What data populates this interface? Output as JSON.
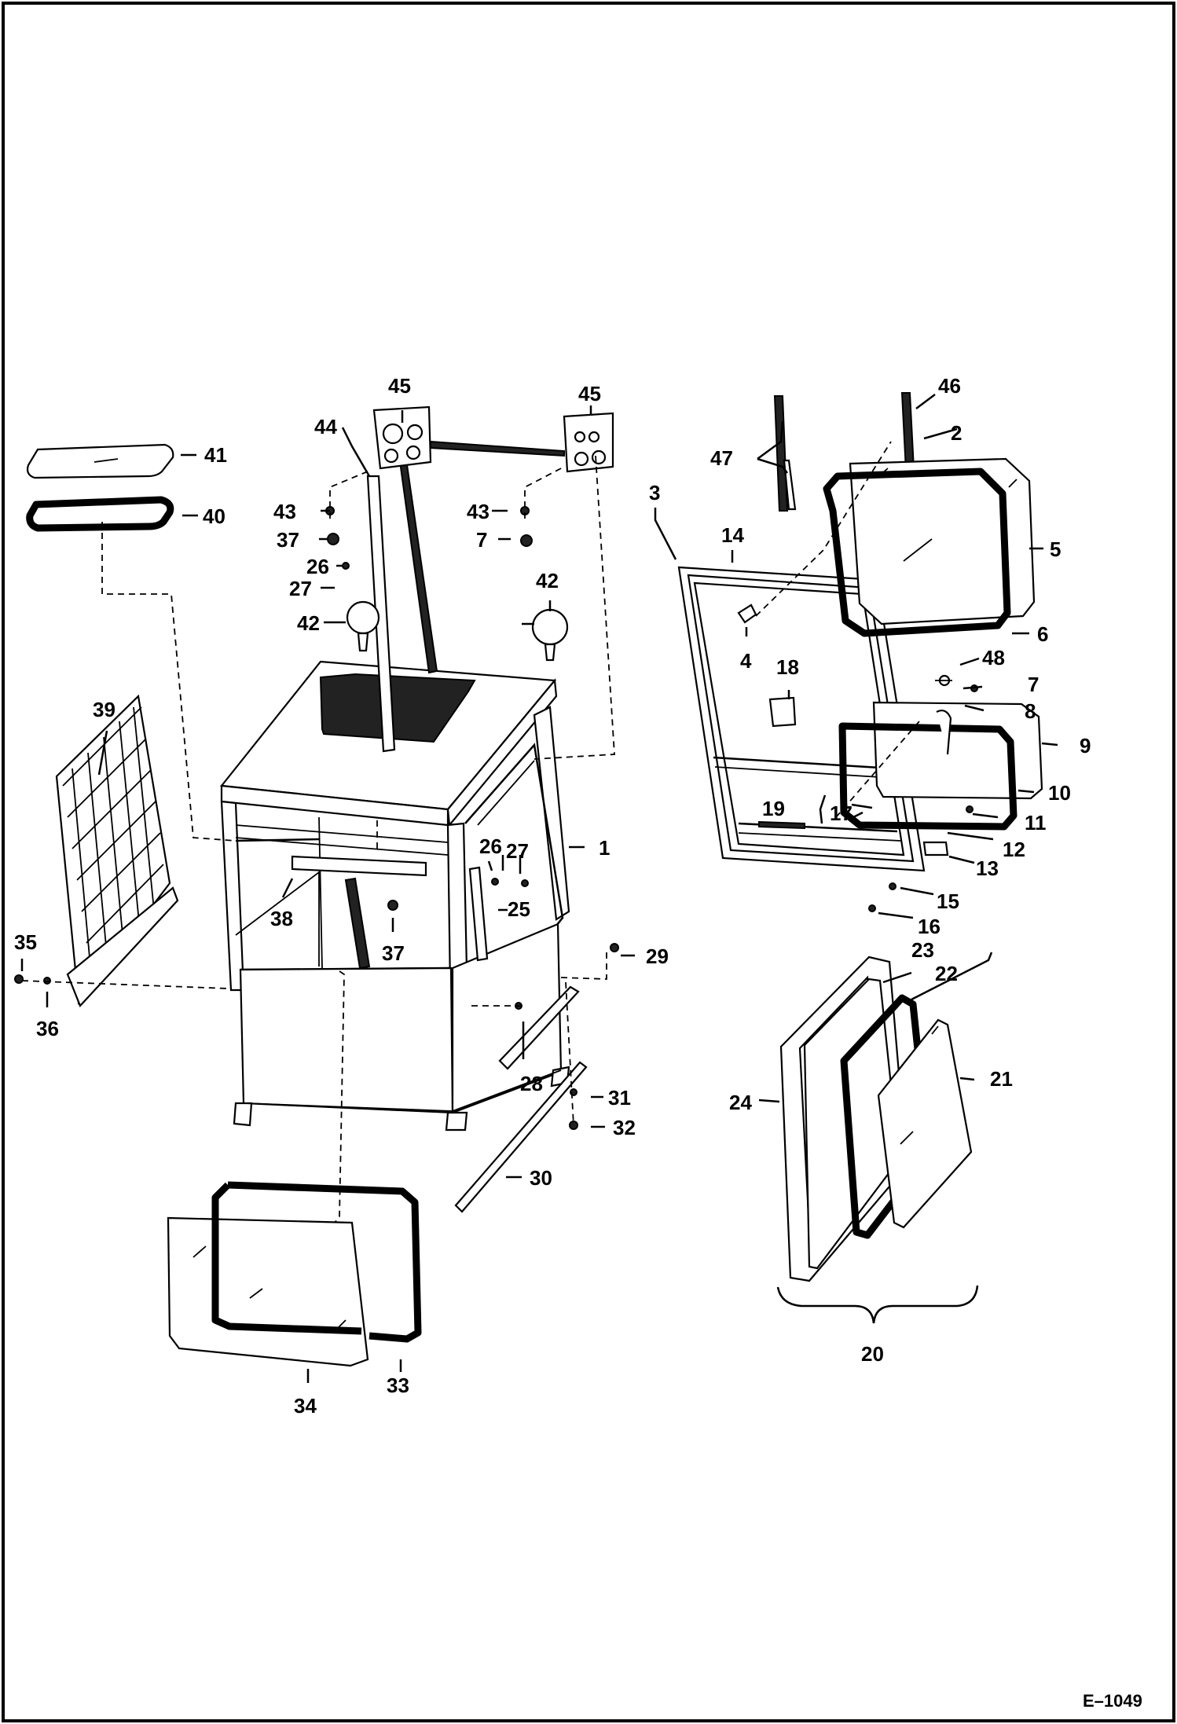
{
  "drawing_code": "E–1049",
  "callouts": {
    "n1": "1",
    "n2": "2",
    "n3": "3",
    "n4": "4",
    "n5": "5",
    "n6": "6",
    "n7": "7",
    "n8": "8",
    "n9": "9",
    "n10": "10",
    "n11": "11",
    "n12": "12",
    "n13": "13",
    "n14": "14",
    "n15": "15",
    "n16": "16",
    "n17": "17",
    "n18": "18",
    "n19": "19",
    "n20": "20",
    "n21": "21",
    "n22": "22",
    "n23": "23",
    "n24": "24",
    "n25": "25",
    "n26": "26",
    "n27": "27",
    "n28": "28",
    "n29": "29",
    "n30": "30",
    "n31": "31",
    "n32": "32",
    "n33": "33",
    "n34": "34",
    "n35": "35",
    "n36": "36",
    "n37": "37",
    "n38": "38",
    "n39": "39",
    "n40": "40",
    "n41": "41",
    "n42": "42",
    "n43": "43",
    "n44": "44",
    "n45": "45",
    "n46": "46",
    "n47": "47",
    "n48": "48"
  }
}
